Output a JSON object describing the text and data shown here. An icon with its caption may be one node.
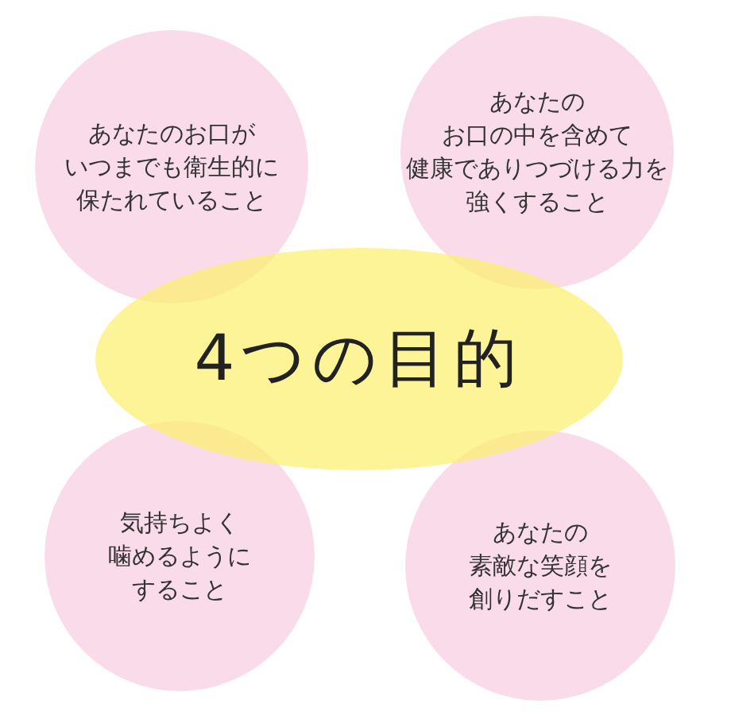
{
  "diagram": {
    "nodes": [
      {
        "text": [
          "あなたのお口がいつまでも衛生的に保たれていること"
        ]
      },
      {
        "text": [
          "あなたのお口の中を含めて健康でありつづける力を強くすること"
        ]
      },
      {
        "text": [
          "4つの目的"
        ]
      },
      {
        "text": [
          "気持ちよく噛めるようにすること"
        ]
      },
      {
        "text": [
          "あなたの素敵な笑顔を創りだすこと"
        ]
      }
    ]
  }
}
